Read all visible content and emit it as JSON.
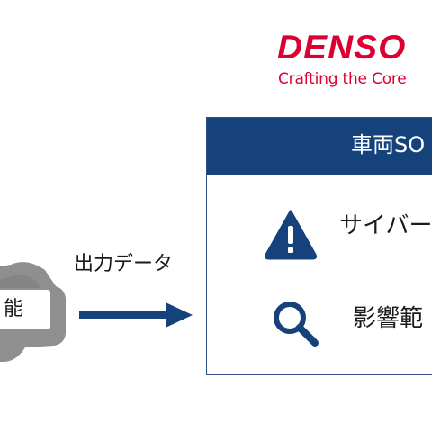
{
  "logo": {
    "brand": "DENSO",
    "tagline": "Crafting the Core",
    "brand_color": "#dc0032"
  },
  "vehicle": {
    "label": "能"
  },
  "arrow": {
    "label": "出力データ",
    "color": "#16427c"
  },
  "soc": {
    "title": "車両SO",
    "header_color": "#16427c",
    "rows": [
      {
        "icon": "warning-triangle-icon",
        "text": "サイバー"
      },
      {
        "icon": "magnifier-icon",
        "text": "影響範"
      }
    ]
  }
}
